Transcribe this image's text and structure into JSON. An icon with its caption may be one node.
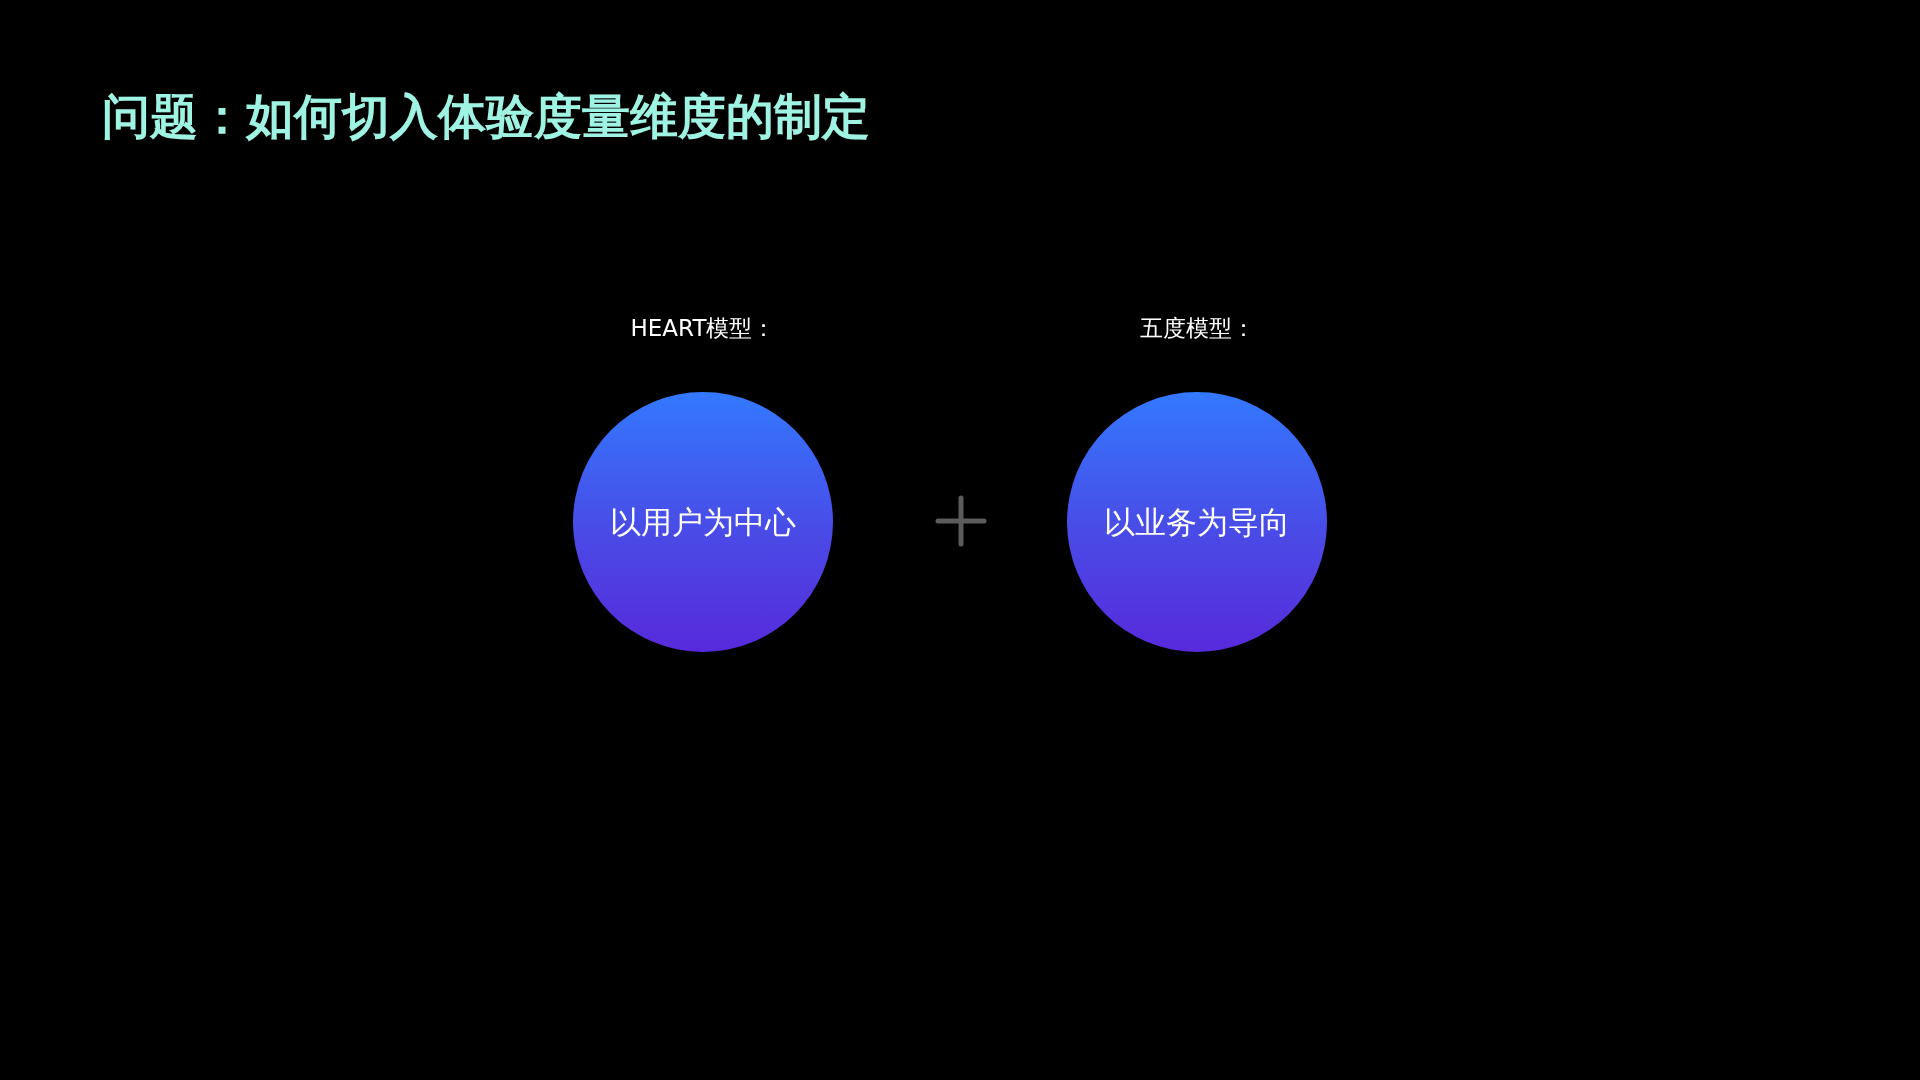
{
  "diagram": {
    "title": "问题：如何切入体验度量维度的制定",
    "nodes": [
      {
        "text": [
          "HEART模型：",
          "以用户为中心"
        ]
      },
      {
        "text": [
          "五度模型：",
          "以业务为导向"
        ]
      }
    ],
    "edges": []
  }
}
